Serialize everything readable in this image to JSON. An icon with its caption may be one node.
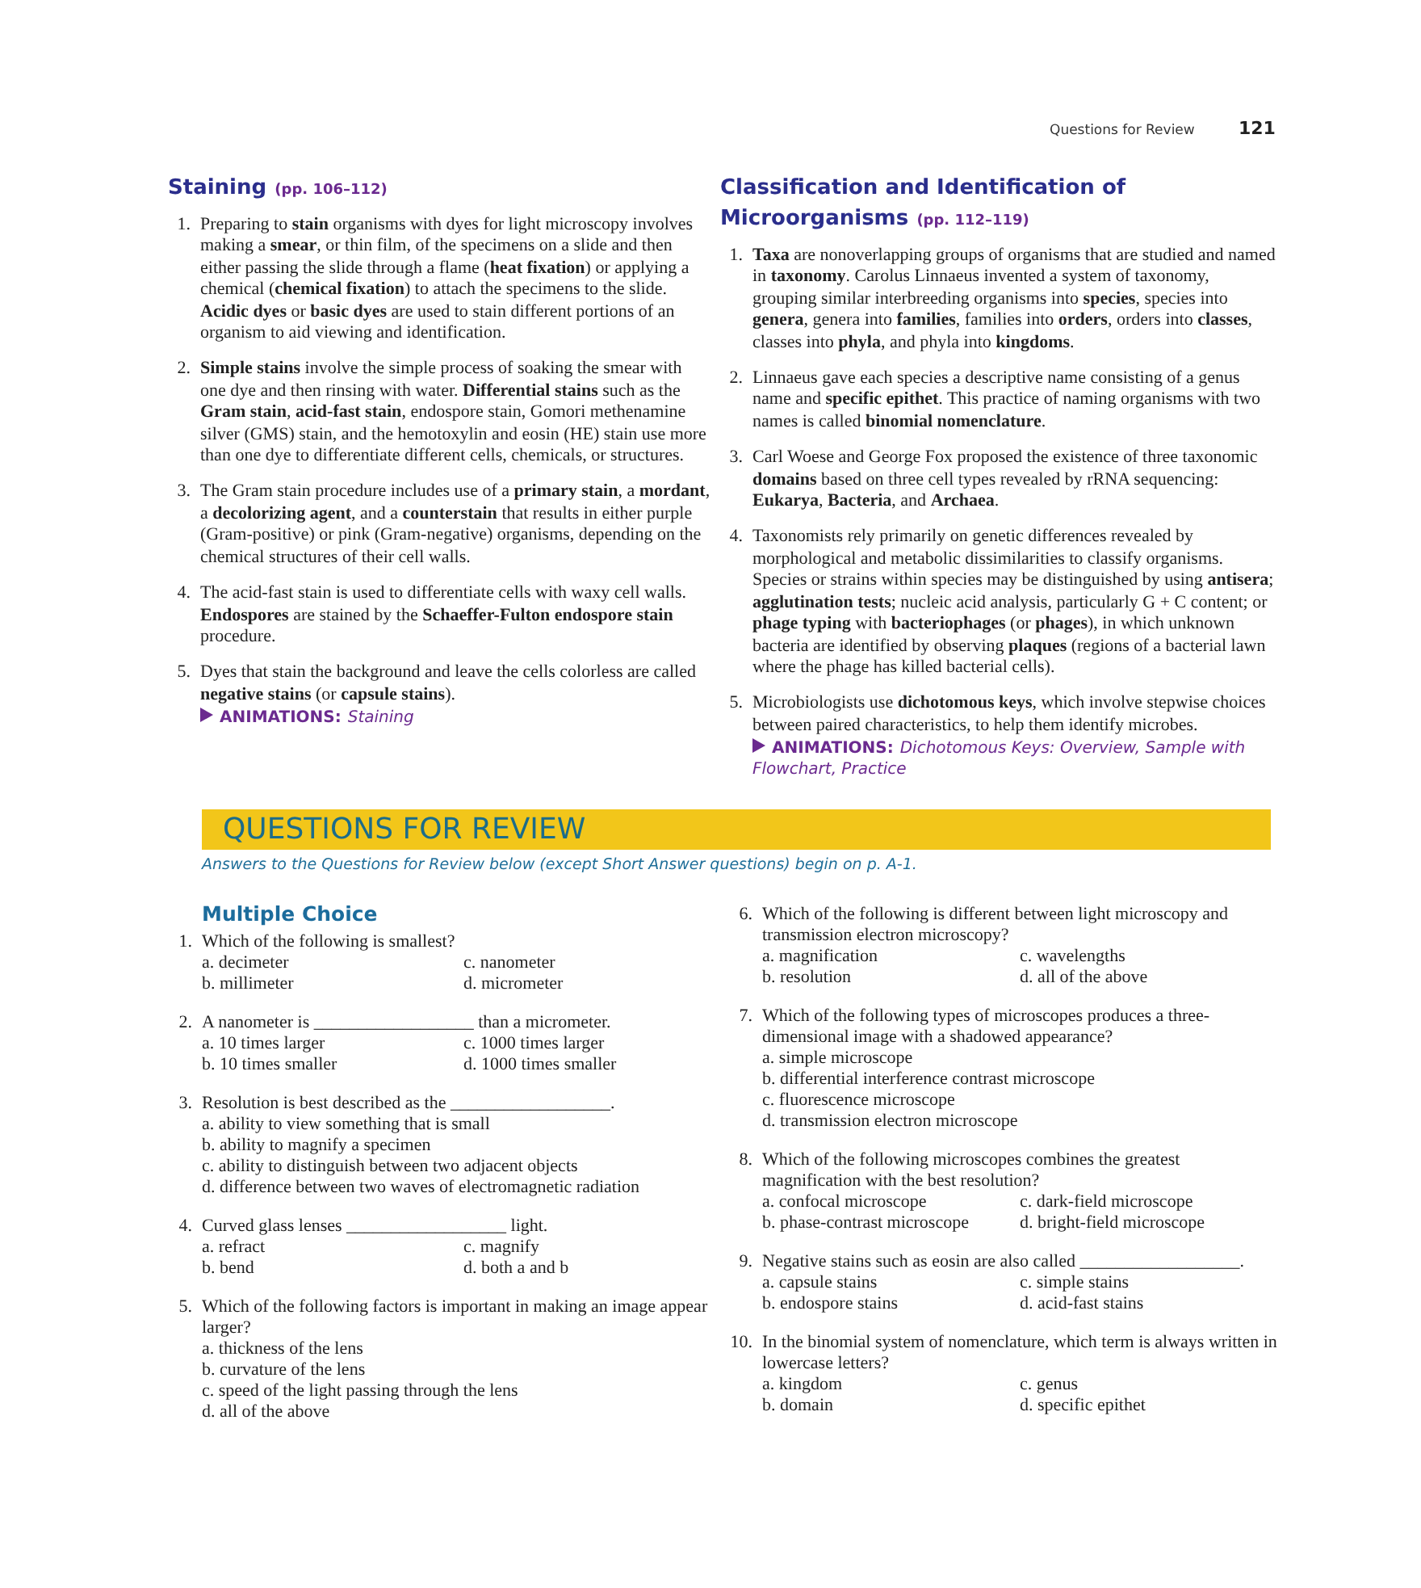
{
  "diagram": {
    "nodes": [
      {
        "text": [
          "QUESTIONS FOR REVIEW"
        ]
      }
    ],
    "labels": [
      "Questions for Review",
      "121",
      "Staining",
      "(pp. 106–112)",
      "1.",
      "Preparing to **stain** organisms with dyes for light microscopy involves making a **smear**, or thin film, of the specimens on a slide and then either passing the slide through a flame (**heat fixation**) or applying a chemical (**chemical fixation**) to attach the specimens to the slide. **Acidic dyes** or **basic dyes** are used to stain different portions of an organism to aid viewing and identification.",
      "2.",
      "**Simple stains** involve the simple process of soaking the smear with one dye and then rinsing with water. **Differential stains** such as the **Gram stain**, **acid-fast stain**, endospore stain, Gomori methenamine silver (GMS) stain, and the hemotoxylin and eosin (HE) stain use more than one dye to differentiate different cells, chemicals, or structures.",
      "3.",
      "The Gram stain procedure includes use of a **primary stain**, a **mordant**, a **decolorizing agent**, and a **counterstain** that results in either purple (Gram-positive) or pink (Gram-negative) organisms, depending on the chemical structures of their cell walls.",
      "4.",
      "The acid-fast stain is used to differentiate cells with waxy cell walls. **Endospores** are stained by the **Schaeffer-Fulton endospore stain** procedure.",
      "5.",
      "Dyes that stain the background and leave the cells colorless are called **negative stains** (or **capsule stains**).",
      "ANIMATIONS:",
      "Staining",
      "Classification and Identification of Microorganisms",
      "(pp. 112–119)",
      "1.",
      "**Taxa** are nonoverlapping groups of organisms that are studied and named in **taxonomy**. Carolus Linnaeus invented a system of taxonomy, grouping similar interbreeding organisms into **species**, species into **genera**, genera into **families**, families into **orders**, orders into **classes**, classes into **phyla**, and phyla into **kingdoms**.",
      "2.",
      "Linnaeus gave each species a descriptive name consisting of a genus name and **specific epithet**. This practice of naming organisms with two names is called **binomial nomenclature**.",
      "3.",
      "Carl Woese and George Fox proposed the existence of three taxonomic **domains** based on three cell types revealed by rRNA sequencing: **Eukarya**, **Bacteria**, and **Archaea**.",
      "4.",
      "Taxonomists rely primarily on genetic differences revealed by morphological and metabolic dissimilarities to classify organisms. Species or strains within species may be distinguished by using **antisera**; **agglutination tests**; nucleic acid analysis, particularly G + C content; or **phage typing** with **bacteriophages** (or **phages**), in which unknown bacteria are identified by observing **plaques** (regions of a bacterial lawn where the phage has killed bacterial cells).",
      "5.",
      "Microbiologists use **dichotomous keys**, which involve stepwise choices between paired characteristics, to help them identify microbes.",
      "ANIMATIONS:",
      "Dichotomous Keys: Overview, Sample with Flowchart, Practice",
      "Answers to the Questions for Review below (except Short Answer questions) begin on p. A-1.",
      "Multiple Choice",
      "1.",
      "Which of the following is smallest?",
      "a. decimeter",
      "c. nanometer",
      "b. millimeter",
      "d. micrometer",
      "2.",
      "A nanometer is __________________ than a micrometer.",
      "a. 10 times larger",
      "c. 1000 times larger",
      "b. 10 times smaller",
      "d. 1000 times smaller",
      "3.",
      "Resolution is best described as the __________________.",
      "a. ability to view something that is small",
      "b. ability to magnify a specimen",
      "c. ability to distinguish between two adjacent objects",
      "d. difference between two waves of electromagnetic radiation",
      "4.",
      "Curved glass lenses __________________ light.",
      "a. refract",
      "c. magnify",
      "b. bend",
      "d. both a and b",
      "5.",
      "Which of the following factors is important in making an image appear larger?",
      "a. thickness of the lens",
      "b. curvature of the lens",
      "c. speed of the light passing through the lens",
      "d. all of the above",
      "6.",
      "Which of the following is different between light microscopy and transmission electron microscopy?",
      "a. magnification",
      "c. wavelengths",
      "b. resolution",
      "d. all of the above",
      "7.",
      "Which of the following types of microscopes produces a three-dimensional image with a shadowed appearance?",
      "a. simple microscope",
      "b. differential interference contrast microscope",
      "c. fluorescence microscope",
      "d. transmission electron microscope",
      "8.",
      "Which of the following microscopes combines the greatest magnification with the best resolution?",
      "a. confocal microscope",
      "c. dark-field microscope",
      "b. phase-contrast microscope",
      "d. bright-field microscope",
      "9.",
      "Negative stains such as eosin are also called __________________.",
      "a. capsule stains",
      "c. simple stains",
      "b. endospore stains",
      "d. acid-fast stains",
      "10.",
      "In the binomial system of nomenclature, which term is always written in lowercase letters?",
      "a. kingdom",
      "c. genus",
      "b. domain",
      "d. specific epithet"
    ]
  }
}
